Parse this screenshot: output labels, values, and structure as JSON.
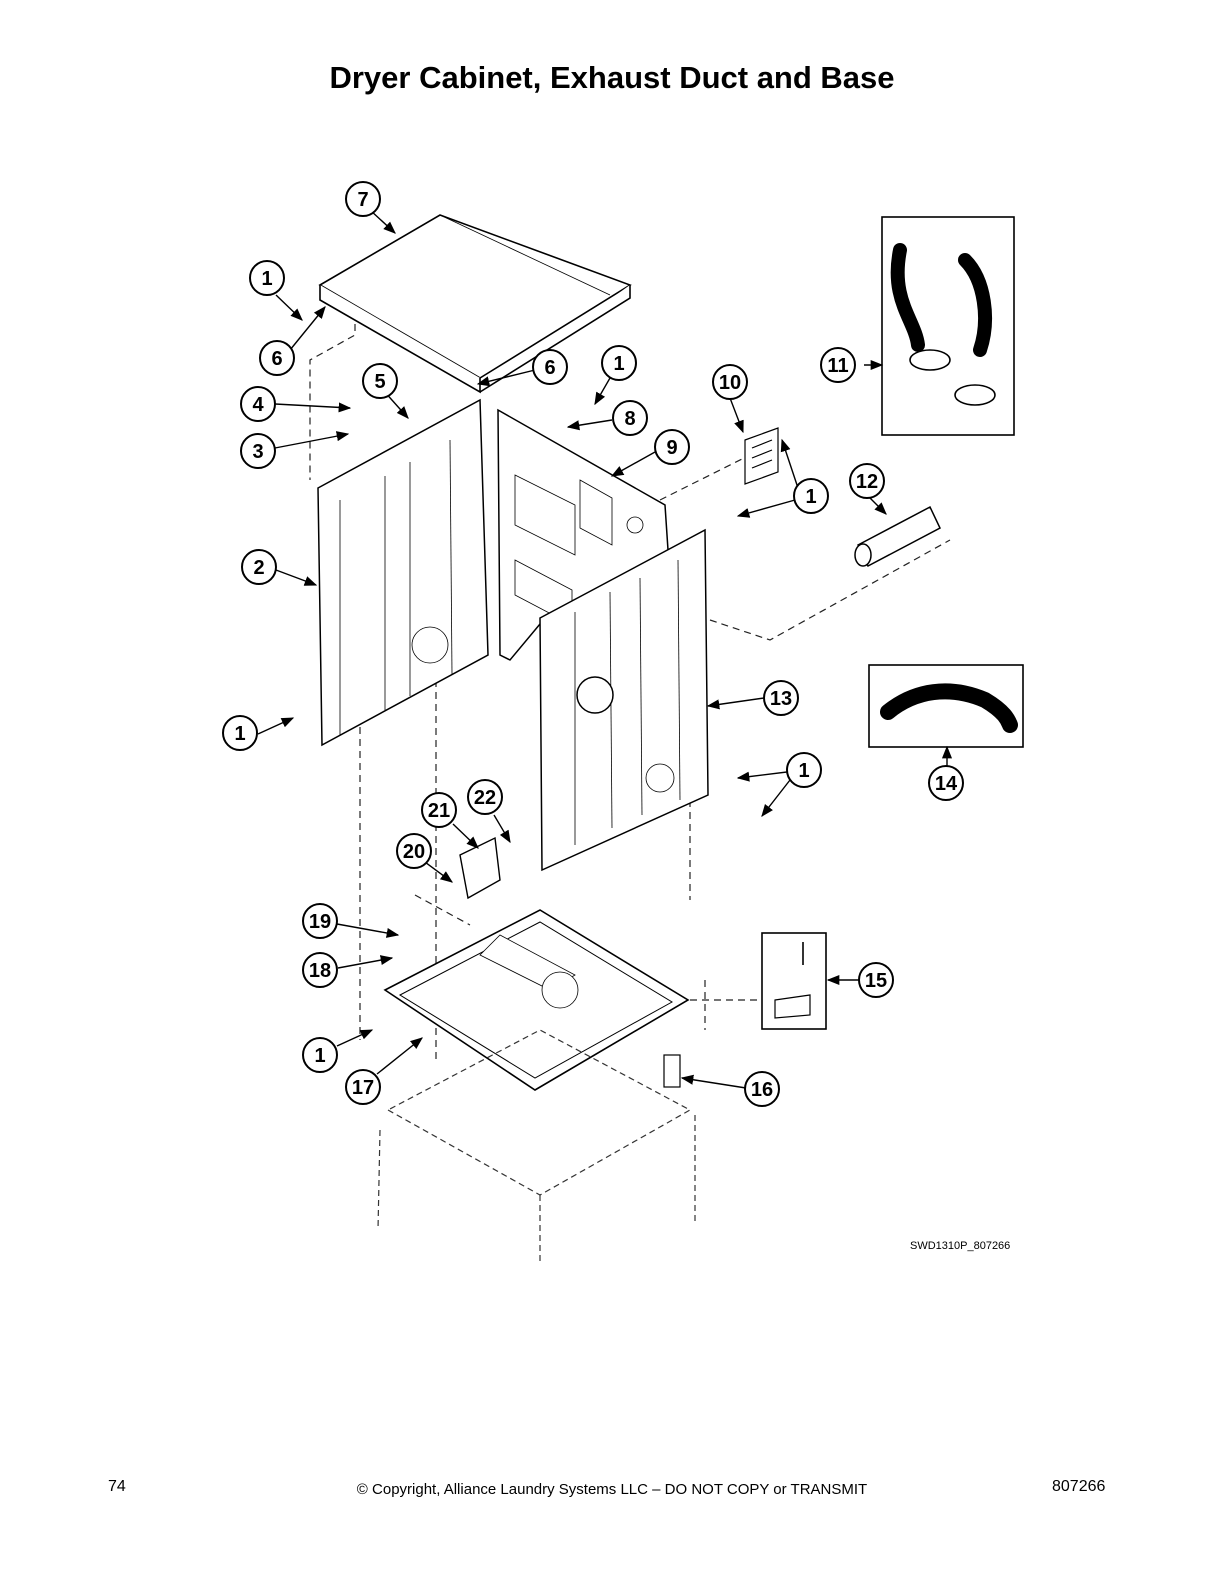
{
  "title": "Dryer Cabinet, Exhaust Duct and Base",
  "diagram_code": "SWD1310P_807266",
  "footer": {
    "page_number": "74",
    "copyright": "© Copyright, Alliance Laundry Systems LLC – DO NOT COPY or TRANSMIT",
    "doc_number": "807266"
  },
  "callouts": {
    "c7": "7",
    "c1a": "1",
    "c6a": "6",
    "c5": "5",
    "c4": "4",
    "c3": "3",
    "c6b": "6",
    "c1b": "1",
    "c8": "8",
    "c9": "9",
    "c10": "10",
    "c11": "11",
    "c1c": "1",
    "c12": "12",
    "c2": "2",
    "c1d": "1",
    "c13": "13",
    "c14": "14",
    "c1e": "1",
    "c22": "22",
    "c21": "21",
    "c20": "20",
    "c19": "19",
    "c18": "18",
    "c15": "15",
    "c1f": "1",
    "c17": "17",
    "c16": "16"
  }
}
